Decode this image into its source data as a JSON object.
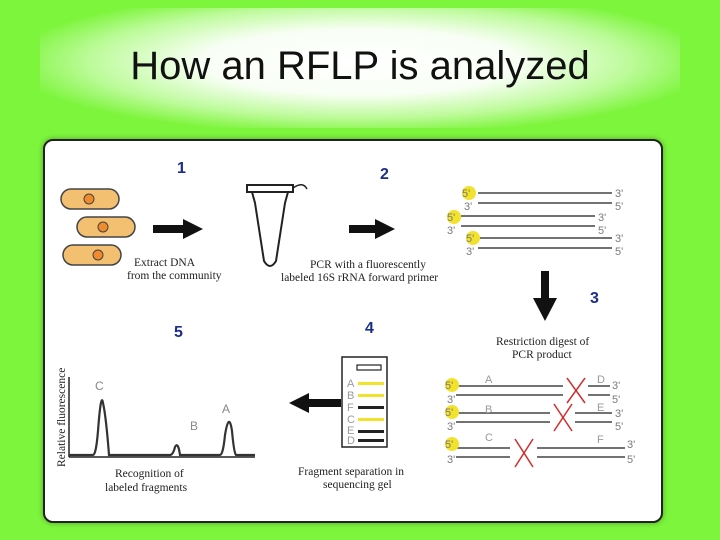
{
  "title": "How an RFLP is analyzed",
  "steps": {
    "s1": "1",
    "s2": "2",
    "s3": "3",
    "s4": "4",
    "s5": "5"
  },
  "captions": {
    "extract_1": "Extract DNA",
    "extract_2": "from the community",
    "pcr_1": "PCR with a fluorescently",
    "pcr_2": "labeled 16S  rRNA forward primer",
    "digest_1": "Restriction digest of",
    "digest_2": "PCR product",
    "sep_1": "Fragment separation in",
    "sep_2": "sequencing gel",
    "recog_1": "Recognition  of",
    "recog_2": "labeled fragments",
    "yaxis": "Relative fluorescence"
  },
  "ends": {
    "five": "5'",
    "three": "3'"
  },
  "fragments": [
    "A",
    "B",
    "F",
    "C",
    "E",
    "D"
  ],
  "peaks": [
    "C",
    "B",
    "A"
  ],
  "colors": {
    "background": "#7df53c",
    "number": "#1b2e8a",
    "fluor": "#f2e22c",
    "cut": "#d42b2b"
  }
}
